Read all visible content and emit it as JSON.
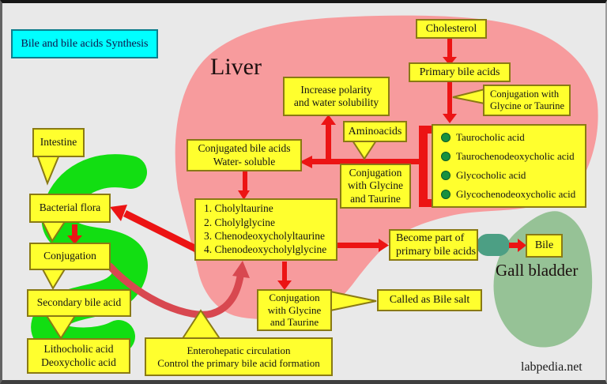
{
  "title": {
    "label": "Bile and bile acids Synthesis"
  },
  "watermark": "labpedia.net",
  "organs": {
    "liver": "Liver",
    "gall_bladder": "Gall bladder"
  },
  "nodes": {
    "cholesterol": {
      "label": "Cholesterol"
    },
    "primary_bile_acids": {
      "label": "Primary bile acids"
    },
    "conjugation_glycine_or_taurine": {
      "lines": [
        "Conjugation with",
        "Glycine  or Taurine"
      ]
    },
    "conjugated_acid_list": {
      "items": [
        "Taurocholic acid",
        "Taurochenodeoxycholic acid",
        "Glycocholic acid",
        "Glycochenodeoxycholic acid"
      ]
    },
    "increase_polarity": {
      "lines": [
        "Increase polarity",
        "and water solubility"
      ]
    },
    "aminoacids": {
      "label": "Aminoacids"
    },
    "conjugated_bile_acids": {
      "lines": [
        "Conjugated bile acids",
        "Water- soluble"
      ]
    },
    "conjugation_upper": {
      "lines": [
        "Conjugation",
        "with Glycine",
        "and Taurine"
      ]
    },
    "conjugate_list": {
      "items": [
        "1. Cholyltaurine",
        "2. Cholylglycine",
        "3. Chenodeoxycholyltaurine",
        "4. Chenodeoxycholylglycine"
      ]
    },
    "become_part": {
      "lines": [
        "Become part of",
        "primary bile acids"
      ]
    },
    "bile": {
      "label": "Bile"
    },
    "intestine": {
      "label": "Intestine"
    },
    "bacterial_flora": {
      "label": "Bacterial flora"
    },
    "conjugation": {
      "label": "Conjugation"
    },
    "secondary_bile_acid": {
      "label": "Secondary bile acid"
    },
    "secondary_acid_list": {
      "lines": [
        "Lithocholic acid",
        "Deoxycholic acid"
      ]
    },
    "conjugation_lower": {
      "lines": [
        "Conjugation",
        "with Glycine",
        "and Taurine"
      ]
    },
    "called_bile_salt": {
      "label": "Called as Bile salt"
    },
    "enterohepatic": {
      "lines": [
        "Enterohepatic circulation",
        "Control the primary bile acid formation"
      ]
    }
  },
  "colors": {
    "box_fill": "#ffff2e",
    "box_border": "#8a7a14",
    "title_fill": "#00ffff",
    "liver_pink": "#f79b9d",
    "intestine_green": "#12de12",
    "gall_bladder_green": "#96c296",
    "duct_teal": "#4c9f84",
    "arrow_red": "#ec1414",
    "circulation_red": "#d84850",
    "bullet_green": "#17913f",
    "background": "#e9e9e9"
  }
}
